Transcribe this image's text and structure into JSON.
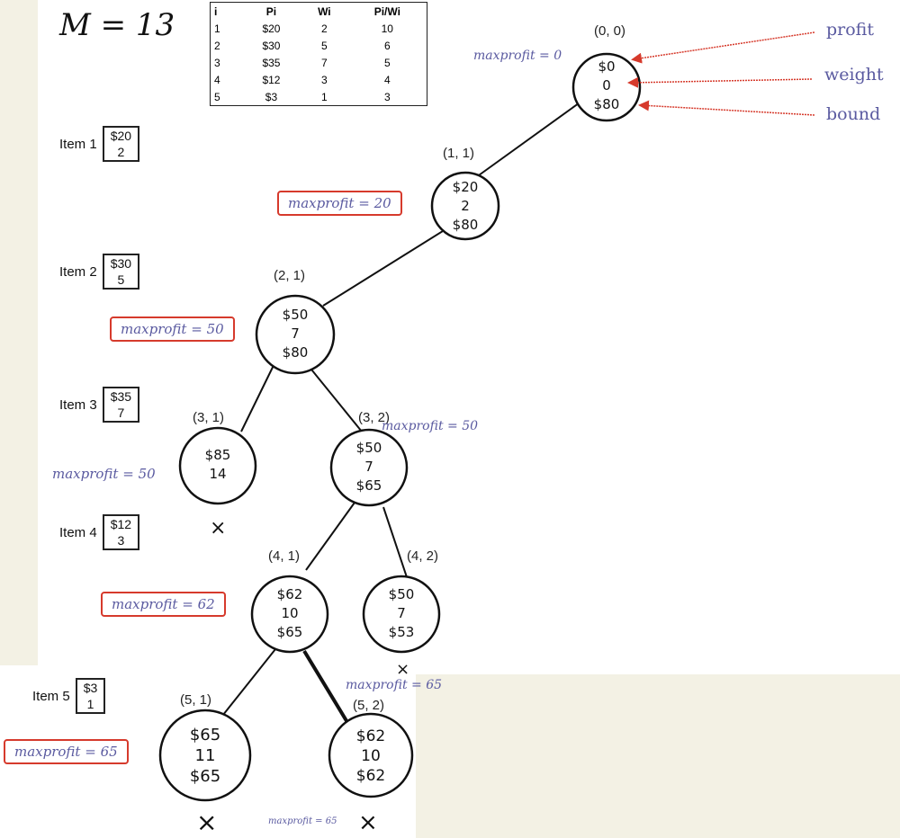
{
  "capacity_label": "M = 13",
  "table": {
    "headers": [
      "i",
      "Pi",
      "Wi",
      "Pi/Wi"
    ],
    "rows": [
      [
        "1",
        "$20",
        "2",
        "10"
      ],
      [
        "2",
        "$30",
        "5",
        "6"
      ],
      [
        "3",
        "$35",
        "7",
        "5"
      ],
      [
        "4",
        "$12",
        "3",
        "4"
      ],
      [
        "5",
        "$3",
        "1",
        "3"
      ]
    ]
  },
  "items": [
    {
      "label": "Item 1",
      "profit": "$20",
      "weight": "2"
    },
    {
      "label": "Item 2",
      "profit": "$30",
      "weight": "5"
    },
    {
      "label": "Item 3",
      "profit": "$35",
      "weight": "7"
    },
    {
      "label": "Item 4",
      "profit": "$12",
      "weight": "3"
    },
    {
      "label": "Item 5",
      "profit": "$3",
      "weight": "1"
    }
  ],
  "annotations": {
    "profit": "profit",
    "weight": "weight",
    "bound": "bound"
  },
  "nodes": [
    {
      "coord": "(0, 0)",
      "profit": "$0",
      "weight": "0",
      "bound": "$80",
      "maxprofit": "maxprofit = 0",
      "pruned": false
    },
    {
      "coord": "(1, 1)",
      "profit": "$20",
      "weight": "2",
      "bound": "$80",
      "maxprofit": "maxprofit = 20",
      "pruned": false
    },
    {
      "coord": "(2, 1)",
      "profit": "$50",
      "weight": "7",
      "bound": "$80",
      "maxprofit": "maxprofit = 50",
      "pruned": false
    },
    {
      "coord": "(3, 1)",
      "profit": "$85",
      "weight": "14",
      "bound": "",
      "maxprofit": "maxprofit = 50",
      "pruned": true
    },
    {
      "coord": "(3, 2)",
      "profit": "$50",
      "weight": "7",
      "bound": "$65",
      "maxprofit": "maxprofit = 50",
      "pruned": false
    },
    {
      "coord": "(4, 1)",
      "profit": "$62",
      "weight": "10",
      "bound": "$65",
      "maxprofit": "maxprofit = 62",
      "pruned": false
    },
    {
      "coord": "(4, 2)",
      "profit": "$50",
      "weight": "7",
      "bound": "$53",
      "maxprofit": "maxprofit = 65",
      "pruned": true
    },
    {
      "coord": "(5, 1)",
      "profit": "$65",
      "weight": "11",
      "bound": "$65",
      "maxprofit": "maxprofit = 65",
      "pruned": true
    },
    {
      "coord": "(5, 2)",
      "profit": "$62",
      "weight": "10",
      "bound": "$62",
      "maxprofit": "maxprofit = 65",
      "pruned": true
    }
  ],
  "pruned_mark": "×",
  "colors": {
    "highlight_border": "#d63a2c",
    "annotation_text": "#5a5aa0",
    "background": "#f3f1e4",
    "arrow": "#d63a2c"
  }
}
